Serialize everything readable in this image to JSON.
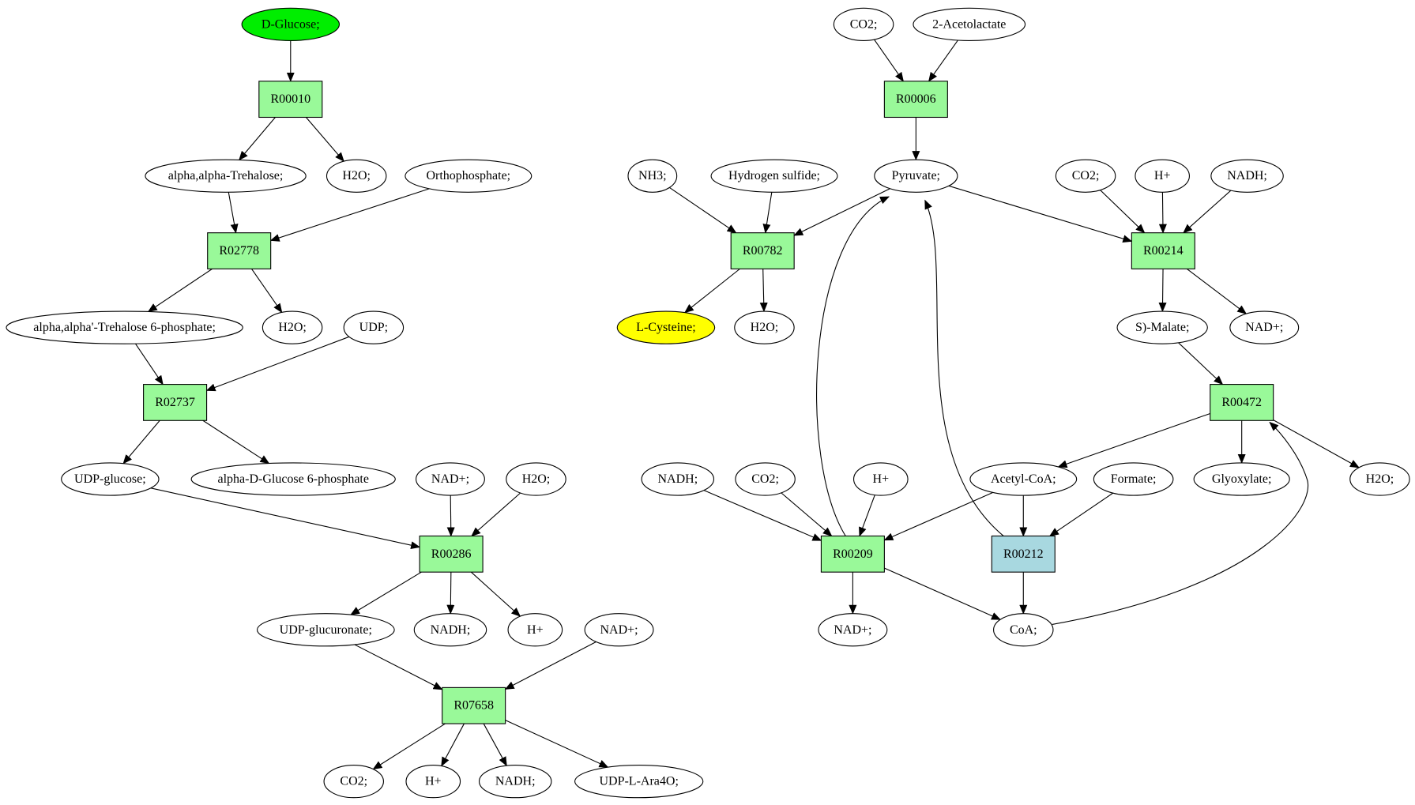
{
  "colors": {
    "start": "#00ee00",
    "target": "#ffff00",
    "reaction": "#99f999",
    "highlight_reaction": "#a8d8e0",
    "compound": "#ffffff"
  },
  "nodes": [
    {
      "id": "dglucose",
      "label": "D-Glucose;",
      "kind": "start"
    },
    {
      "id": "R00010",
      "label": "R00010",
      "kind": "reaction"
    },
    {
      "id": "trehalose",
      "label": "alpha,alpha-Trehalose;",
      "kind": "compound"
    },
    {
      "id": "h2o_1",
      "label": "H2O;",
      "kind": "compound"
    },
    {
      "id": "orthophosphate",
      "label": "Orthophosphate;",
      "kind": "compound"
    },
    {
      "id": "R02778",
      "label": "R02778",
      "kind": "reaction"
    },
    {
      "id": "trehalose6p",
      "label": "alpha,alpha'-Trehalose 6-phosphate;",
      "kind": "compound"
    },
    {
      "id": "h2o_2",
      "label": "H2O;",
      "kind": "compound"
    },
    {
      "id": "udp",
      "label": "UDP;",
      "kind": "compound"
    },
    {
      "id": "R02737",
      "label": "R02737",
      "kind": "reaction"
    },
    {
      "id": "udpglucose",
      "label": "UDP-glucose;",
      "kind": "compound"
    },
    {
      "id": "glucose6p",
      "label": "alpha-D-Glucose 6-phosphate",
      "kind": "compound"
    },
    {
      "id": "nadp_1",
      "label": "NAD+;",
      "kind": "compound"
    },
    {
      "id": "h2o_3",
      "label": "H2O;",
      "kind": "compound"
    },
    {
      "id": "R00286",
      "label": "R00286",
      "kind": "reaction"
    },
    {
      "id": "udpglucuronate",
      "label": "UDP-glucuronate;",
      "kind": "compound"
    },
    {
      "id": "nadh_1",
      "label": "NADH;",
      "kind": "compound"
    },
    {
      "id": "hplus_1",
      "label": "H+",
      "kind": "compound"
    },
    {
      "id": "nadp_2",
      "label": "NAD+;",
      "kind": "compound"
    },
    {
      "id": "R07658",
      "label": "R07658",
      "kind": "reaction"
    },
    {
      "id": "co2_1",
      "label": "CO2;",
      "kind": "compound"
    },
    {
      "id": "hplus_2",
      "label": "H+",
      "kind": "compound"
    },
    {
      "id": "nadh_2",
      "label": "NADH;",
      "kind": "compound"
    },
    {
      "id": "udpara",
      "label": "UDP-L-Ara4O;",
      "kind": "compound"
    },
    {
      "id": "co2_2",
      "label": "CO2;",
      "kind": "compound"
    },
    {
      "id": "acetolactate",
      "label": "2-Acetolactate",
      "kind": "compound"
    },
    {
      "id": "R00006",
      "label": "R00006",
      "kind": "reaction"
    },
    {
      "id": "nh3",
      "label": "NH3;",
      "kind": "compound"
    },
    {
      "id": "h2s",
      "label": "Hydrogen sulfide;",
      "kind": "compound"
    },
    {
      "id": "pyruvate",
      "label": "Pyruvate;",
      "kind": "compound"
    },
    {
      "id": "co2_3",
      "label": "CO2;",
      "kind": "compound"
    },
    {
      "id": "hplus_3",
      "label": "H+",
      "kind": "compound"
    },
    {
      "id": "nadh_3",
      "label": "NADH;",
      "kind": "compound"
    },
    {
      "id": "R00782",
      "label": "R00782",
      "kind": "reaction"
    },
    {
      "id": "R00214",
      "label": "R00214",
      "kind": "reaction"
    },
    {
      "id": "cysteine",
      "label": "L-Cysteine;",
      "kind": "target"
    },
    {
      "id": "h2o_4",
      "label": "H2O;",
      "kind": "compound"
    },
    {
      "id": "malate",
      "label": "S)-Malate;",
      "kind": "compound"
    },
    {
      "id": "nadp_3",
      "label": "NAD+;",
      "kind": "compound"
    },
    {
      "id": "R00472",
      "label": "R00472",
      "kind": "reaction"
    },
    {
      "id": "nadh_4",
      "label": "NADH;",
      "kind": "compound"
    },
    {
      "id": "co2_4",
      "label": "CO2;",
      "kind": "compound"
    },
    {
      "id": "hplus_4",
      "label": "H+",
      "kind": "compound"
    },
    {
      "id": "acetylcoa",
      "label": "Acetyl-CoA;",
      "kind": "compound"
    },
    {
      "id": "formate",
      "label": "Formate;",
      "kind": "compound"
    },
    {
      "id": "glyoxylate",
      "label": "Glyoxylate;",
      "kind": "compound"
    },
    {
      "id": "h2o_5",
      "label": "H2O;",
      "kind": "compound"
    },
    {
      "id": "R00209",
      "label": "R00209",
      "kind": "reaction"
    },
    {
      "id": "R00212",
      "label": "R00212",
      "kind": "highlight_reaction"
    },
    {
      "id": "nadp_4",
      "label": "NAD+;",
      "kind": "compound"
    },
    {
      "id": "coa",
      "label": "CoA;",
      "kind": "compound"
    }
  ],
  "edges": [
    [
      "dglucose",
      "R00010"
    ],
    [
      "R00010",
      "trehalose"
    ],
    [
      "R00010",
      "h2o_1"
    ],
    [
      "trehalose",
      "R02778"
    ],
    [
      "orthophosphate",
      "R02778"
    ],
    [
      "R02778",
      "trehalose6p"
    ],
    [
      "R02778",
      "h2o_2"
    ],
    [
      "trehalose6p",
      "R02737"
    ],
    [
      "udp",
      "R02737"
    ],
    [
      "R02737",
      "udpglucose"
    ],
    [
      "R02737",
      "glucose6p"
    ],
    [
      "udpglucose",
      "R00286"
    ],
    [
      "nadp_1",
      "R00286"
    ],
    [
      "h2o_3",
      "R00286"
    ],
    [
      "R00286",
      "udpglucuronate"
    ],
    [
      "R00286",
      "nadh_1"
    ],
    [
      "R00286",
      "hplus_1"
    ],
    [
      "udpglucuronate",
      "R07658"
    ],
    [
      "nadp_2",
      "R07658"
    ],
    [
      "R07658",
      "co2_1"
    ],
    [
      "R07658",
      "hplus_2"
    ],
    [
      "R07658",
      "nadh_2"
    ],
    [
      "R07658",
      "udpara"
    ],
    [
      "co2_2",
      "R00006"
    ],
    [
      "acetolactate",
      "R00006"
    ],
    [
      "R00006",
      "pyruvate"
    ],
    [
      "nh3",
      "R00782"
    ],
    [
      "h2s",
      "R00782"
    ],
    [
      "pyruvate",
      "R00782"
    ],
    [
      "R00782",
      "cysteine"
    ],
    [
      "R00782",
      "h2o_4"
    ],
    [
      "pyruvate",
      "R00214"
    ],
    [
      "co2_3",
      "R00214"
    ],
    [
      "hplus_3",
      "R00214"
    ],
    [
      "nadh_3",
      "R00214"
    ],
    [
      "R00214",
      "malate"
    ],
    [
      "R00214",
      "nadp_3"
    ],
    [
      "malate",
      "R00472"
    ],
    [
      "R00472",
      "acetylcoa"
    ],
    [
      "R00472",
      "glyoxylate"
    ],
    [
      "R00472",
      "h2o_5"
    ],
    [
      "coa",
      "R00472"
    ],
    [
      "nadh_4",
      "R00209"
    ],
    [
      "co2_4",
      "R00209"
    ],
    [
      "hplus_4",
      "R00209"
    ],
    [
      "acetylcoa",
      "R00209"
    ],
    [
      "R00209",
      "pyruvate"
    ],
    [
      "R00209",
      "nadp_4"
    ],
    [
      "R00209",
      "coa"
    ],
    [
      "acetylcoa",
      "R00212"
    ],
    [
      "formate",
      "R00212"
    ],
    [
      "R00212",
      "pyruvate"
    ],
    [
      "R00212",
      "coa"
    ]
  ]
}
